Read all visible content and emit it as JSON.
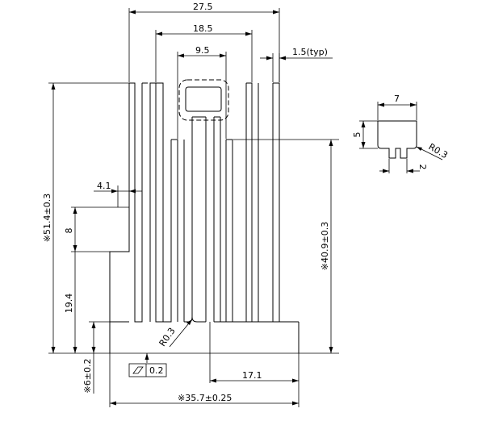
{
  "dimensions": {
    "overall_fin_width": "27.5",
    "inner_fin_width": "18.5",
    "center_gap": "9.5",
    "fin_thickness": "1.5(typ)",
    "total_height": "※51.4±0.3",
    "left_step": "4.1",
    "slot_length": "8",
    "lower_height": "19.4",
    "base_height": "※6±0.2",
    "fin_height": "※40.9±0.3",
    "base_width": "※35.7±0.25",
    "right_offset": "17.1",
    "inner_radius": "R0.3",
    "flatness": "0.2"
  },
  "detail": {
    "width": "7",
    "height": "5",
    "radius": "R0.3",
    "neck": "2"
  }
}
